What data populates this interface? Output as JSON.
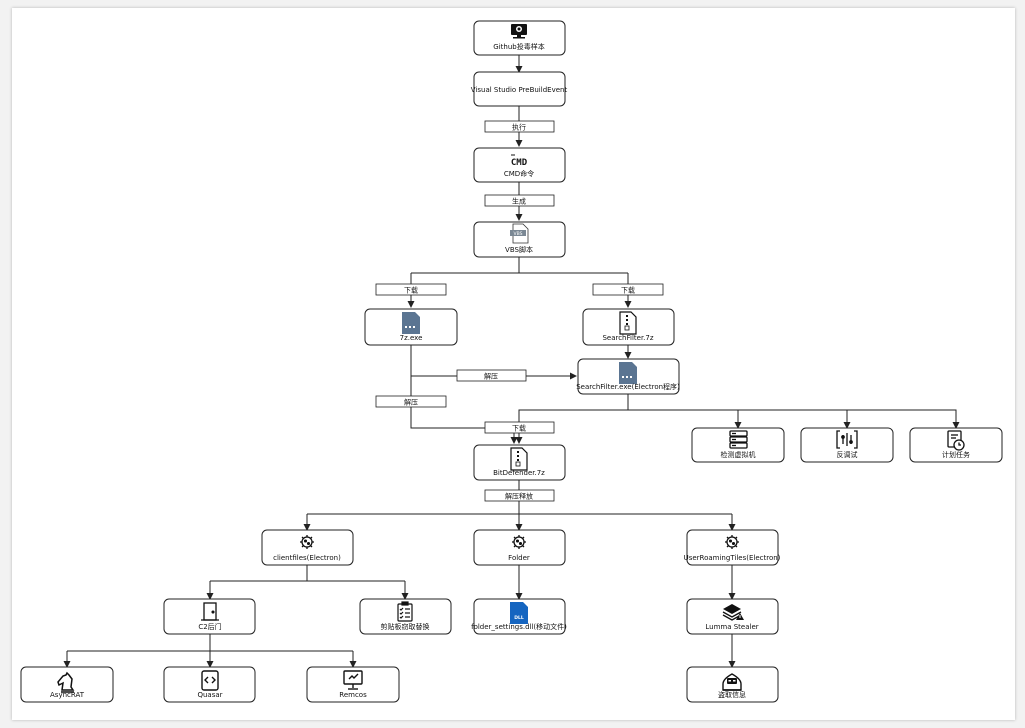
{
  "nodes": {
    "github": {
      "label": "Github投毒样本",
      "icon": "monitor-icon"
    },
    "vs": {
      "label": "Visual Studio PreBuildEvent",
      "icon": ""
    },
    "cmd": {
      "label": "CMD命令",
      "icon": "cmd-icon"
    },
    "vbs": {
      "label": "VBS脚本",
      "icon": "vbs-file-icon"
    },
    "sevenz": {
      "label": "7z.exe",
      "icon": "exe-file-icon"
    },
    "searchfilter7z": {
      "label": "SearchFilter.7z",
      "icon": "zip-file-icon"
    },
    "searchfilterexe": {
      "label": "SearchFilter.exe(Electron程序)",
      "icon": "exe-file-icon"
    },
    "bitdefender": {
      "label": "BitDefender.7z",
      "icon": "zip-file-icon"
    },
    "detectvm": {
      "label": "检测虚拟机",
      "icon": "server-icon"
    },
    "antidebug": {
      "label": "反调试",
      "icon": "debug-icon"
    },
    "schedtask": {
      "label": "计划任务",
      "icon": "clock-document-icon"
    },
    "clientfiles": {
      "label": "clientfiles(Electron)",
      "icon": "virus-icon"
    },
    "folder": {
      "label": "Folder",
      "icon": "virus-icon"
    },
    "userroaming": {
      "label": "UserRoamingTiles(Electron)",
      "icon": "virus-icon"
    },
    "c2": {
      "label": "C2后门",
      "icon": "door-icon"
    },
    "clipboard": {
      "label": "剪贴板窃取替换",
      "icon": "clipboard-icon"
    },
    "foldersettings": {
      "label": "folder_settings.dll(移动文件)",
      "icon": "dll-file-icon"
    },
    "lumma": {
      "label": "Lumma Stealer",
      "icon": "hacker-stack-icon"
    },
    "asyncrat": {
      "label": "AsyncRAT",
      "icon": "horse-icon"
    },
    "quasar": {
      "label": "Quasar",
      "icon": "code-file-icon"
    },
    "remcos": {
      "label": "Remcos",
      "icon": "remote-desktop-icon"
    },
    "steal": {
      "label": "盗取信息",
      "icon": "hacker-icon"
    }
  },
  "edge_labels": {
    "execute": "执行",
    "generate": "生成",
    "download1": "下载",
    "download2": "下载",
    "extract1": "解压",
    "extract2": "解压",
    "download3": "下载",
    "extract_release": "解压释放"
  },
  "colors": {
    "line": "#222222",
    "accent": "#5b7592",
    "dll": "#1565c0"
  }
}
